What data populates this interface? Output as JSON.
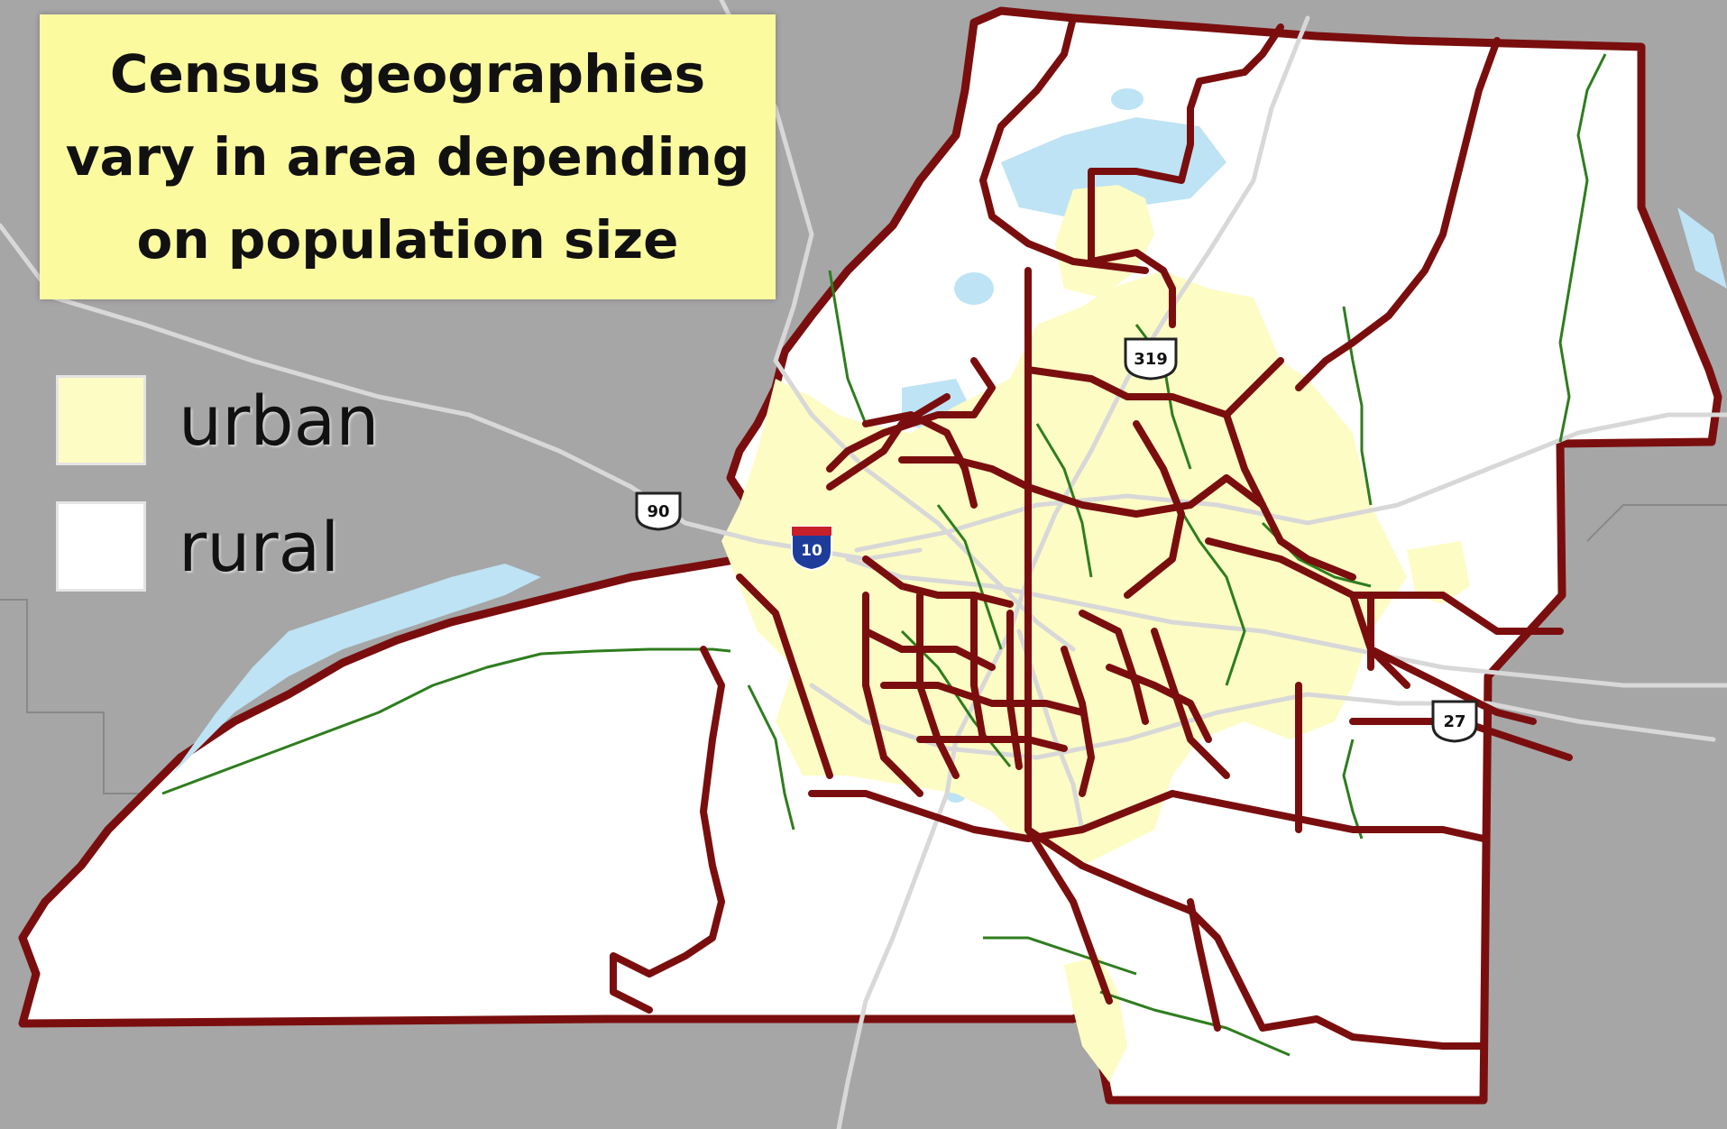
{
  "title": {
    "lines": [
      "Census geographies",
      "vary in area depending",
      "on population size"
    ]
  },
  "legend": {
    "items": [
      {
        "label": "urban",
        "color": "#fdfcc4"
      },
      {
        "label": "rural",
        "color": "#ffffff"
      }
    ]
  },
  "highway_shields": {
    "us_90": "90",
    "interstate_10": "10",
    "us_319": "319",
    "us_27": "27"
  },
  "colors": {
    "background_land": "#a6a6a6",
    "county_area": "#ffffff",
    "urban_area": "#fdfcc4",
    "water": "#bde3f5",
    "tract_boundary": "#7a0e0e",
    "block_group_boundary": "#2e7d1e",
    "road": "#d8d8d8"
  }
}
